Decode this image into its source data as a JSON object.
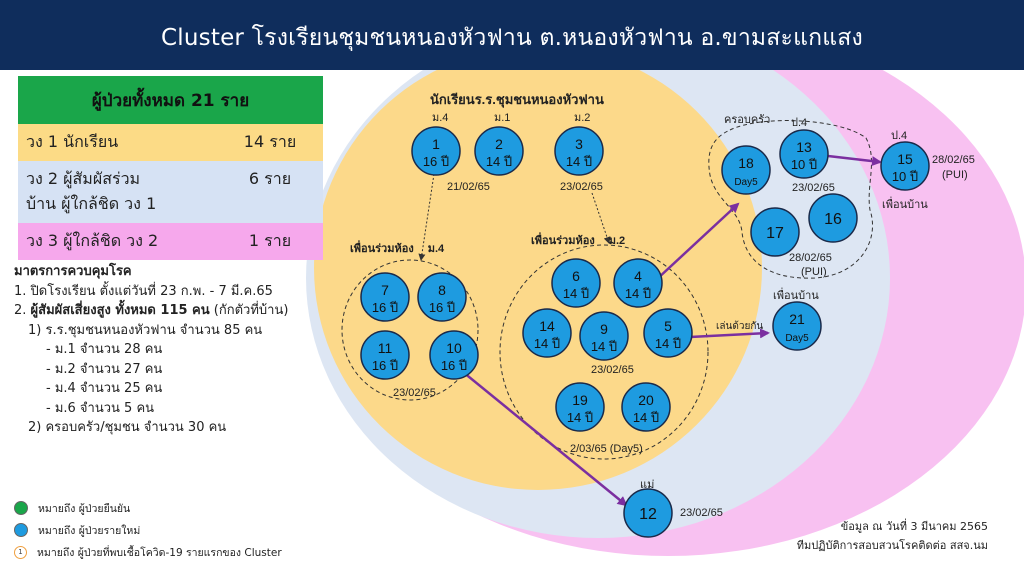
{
  "header": {
    "title": "Cluster โรงเรียนชุมชนหนองหัวฟาน ต.หนองหัวฟาน อ.ขามสะแกแสง"
  },
  "stats": {
    "total": "ผู้ป่วยทั้งหมด 21 ราย",
    "rows": [
      {
        "label": "วง 1 นักเรียน",
        "count": "14 ราย"
      },
      {
        "label_line1": "วง 2 ผู้สัมผัสร่วม",
        "label_line2": "บ้าน ผู้ใกล้ชิด วง 1",
        "count": "6 ราย"
      },
      {
        "label": "วง 3 ผู้ใกล้ชิด วง 2",
        "count": "1 ราย"
      }
    ]
  },
  "measures": {
    "title": "มาตรการควบคุมโรค",
    "line1": "1. ปิดโรงเรียน ตั้งแต่วันที่ 23 ก.พ. - 7 มี.ค.65",
    "line2_prefix": "2. ",
    "line2_bold": "ผู้สัมผัสเสี่ยงสูง ทั้งหมด 115 คน",
    "line2_suffix": " (กักตัวที่บ้าน)",
    "line3": "1) ร.ร.ชุมชนหนองหัวฟาน  จำนวน  85 คน",
    "line4": "- ม.1   จำนวน   28 คน",
    "line5": "- ม.2   จำนวน   27 คน",
    "line6": "- ม.4   จำนวน   25 คน",
    "line7": "- ม.6  จำนวน     5 คน",
    "line8": "2) ครอบครัว/ชุมชน จำนวน 30 คน"
  },
  "legend": {
    "confirmed": "หมายถึง ผู้ป่วยยืนยัน",
    "new": "หมายถึง ผู้ป่วยรายใหม่",
    "first": "หมายถึง ผู้ป่วยที่พบเชื้อโควิด-19 รายแรกของ Cluster",
    "first_marker": "1"
  },
  "footer": {
    "line1": "ข้อมูล ณ วันที่ 3 มีนาคม 2565",
    "line2": "ทีมปฏิบัติการสอบสวนโรคติดต่อ สสจ.นม"
  },
  "colors": {
    "header_bg": "#0f2d5c",
    "circle1": "#fcdb86",
    "circle2": "#d6e2f4",
    "circle3": "#f6a8ec",
    "case_blue": "#1e9be0",
    "confirmed_green": "#1aa64a",
    "arrow_purple": "#7b2fa0"
  },
  "diagram": {
    "group_students": "นักเรียนร.ร.ชุมชนหนองหัวฟาน",
    "classmates_m4": "เพื่อนร่วมห้อง",
    "m4": "ม.4",
    "classmates_m2": "เพื่อนร่วมห้อง",
    "m2": "ม.2",
    "family": "ครอบครัว",
    "neighbor_15": "เพื่อนบ้าน",
    "neighbor_21": "เพื่อนบ้าน",
    "played_together": "เล่นด้วยกัน",
    "mother": "แม่",
    "grade_1": "ม.4",
    "grade_2": "ม.1",
    "grade_3": "ม.2",
    "grade_13": "ป.4",
    "grade_15": "ป.4",
    "date_1_2": "21/02/65",
    "date_3": "23/02/65",
    "date_m4_group": "23/02/65",
    "date_m2_mid": "23/02/65",
    "date_m2_bottom": "2/03/65 (Day5)",
    "date_family": "23/02/65",
    "date_17_16": "28/02/65",
    "pui_17_16": "(PUI)",
    "date_15": "28/02/65",
    "pui_15": "(PUI)",
    "date_12": "23/02/65",
    "cases": [
      {
        "id": "1",
        "age": "16 ปี"
      },
      {
        "id": "2",
        "age": "14 ปี"
      },
      {
        "id": "3",
        "age": "14 ปี"
      },
      {
        "id": "7",
        "age": "16 ปี"
      },
      {
        "id": "8",
        "age": "16 ปี"
      },
      {
        "id": "11",
        "age": "16 ปี"
      },
      {
        "id": "10",
        "age": "16 ปี"
      },
      {
        "id": "6",
        "age": "14 ปี"
      },
      {
        "id": "4",
        "age": "14 ปี"
      },
      {
        "id": "14",
        "age": "14 ปี"
      },
      {
        "id": "9",
        "age": "14 ปี"
      },
      {
        "id": "5",
        "age": "14 ปี"
      },
      {
        "id": "19",
        "age": "14 ปี"
      },
      {
        "id": "20",
        "age": "14 ปี"
      },
      {
        "id": "18",
        "age": "Day5"
      },
      {
        "id": "13",
        "age": "10 ปี"
      },
      {
        "id": "17",
        "age": ""
      },
      {
        "id": "16",
        "age": ""
      },
      {
        "id": "15",
        "age": "10 ปี"
      },
      {
        "id": "21",
        "age": "Day5"
      },
      {
        "id": "12",
        "age": ""
      }
    ]
  }
}
